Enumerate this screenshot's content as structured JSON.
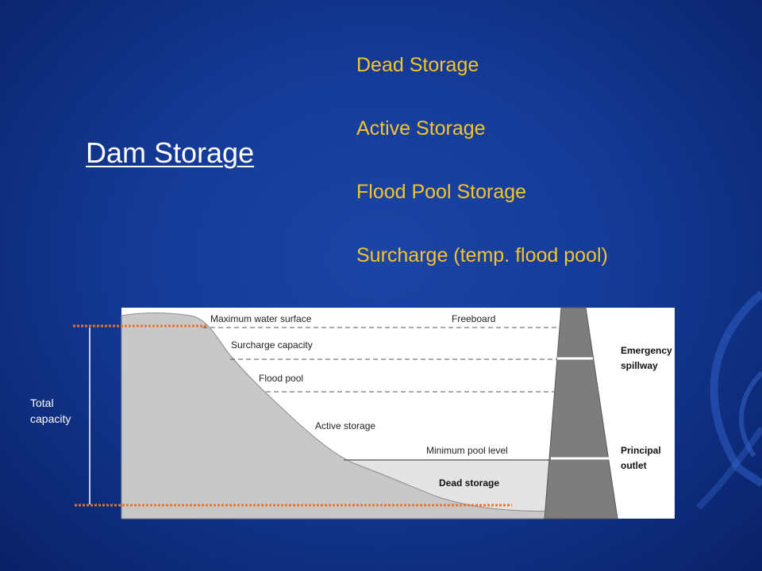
{
  "slide": {
    "title": "Dam Storage",
    "storage_types": [
      "Dead Storage",
      "Active Storage",
      "Flood Pool Storage",
      "Surcharge (temp. flood pool)"
    ]
  },
  "total_capacity": {
    "line1": "Total",
    "line2": "capacity"
  },
  "diagram": {
    "maximum_water_surface": "Maximum water surface",
    "freeboard": "Freeboard",
    "surcharge_capacity": "Surcharge capacity",
    "flood_pool": "Flood pool",
    "active_storage": "Active storage",
    "minimum_pool_level": "Minimum pool level",
    "dead_storage": "Dead storage",
    "emergency_line1": "Emergency",
    "emergency_line2": "spillway",
    "principal_line1": "Principal",
    "principal_line2": "outlet"
  },
  "colors": {
    "title": "#ffffff",
    "list_text": "#f5c42a",
    "dotted_marker": "#e8742a",
    "diagram_bg": "#ffffff",
    "ground": "#c8c8c8",
    "dead_water": "#e4e4e4",
    "dam": "#7d7d7d"
  }
}
